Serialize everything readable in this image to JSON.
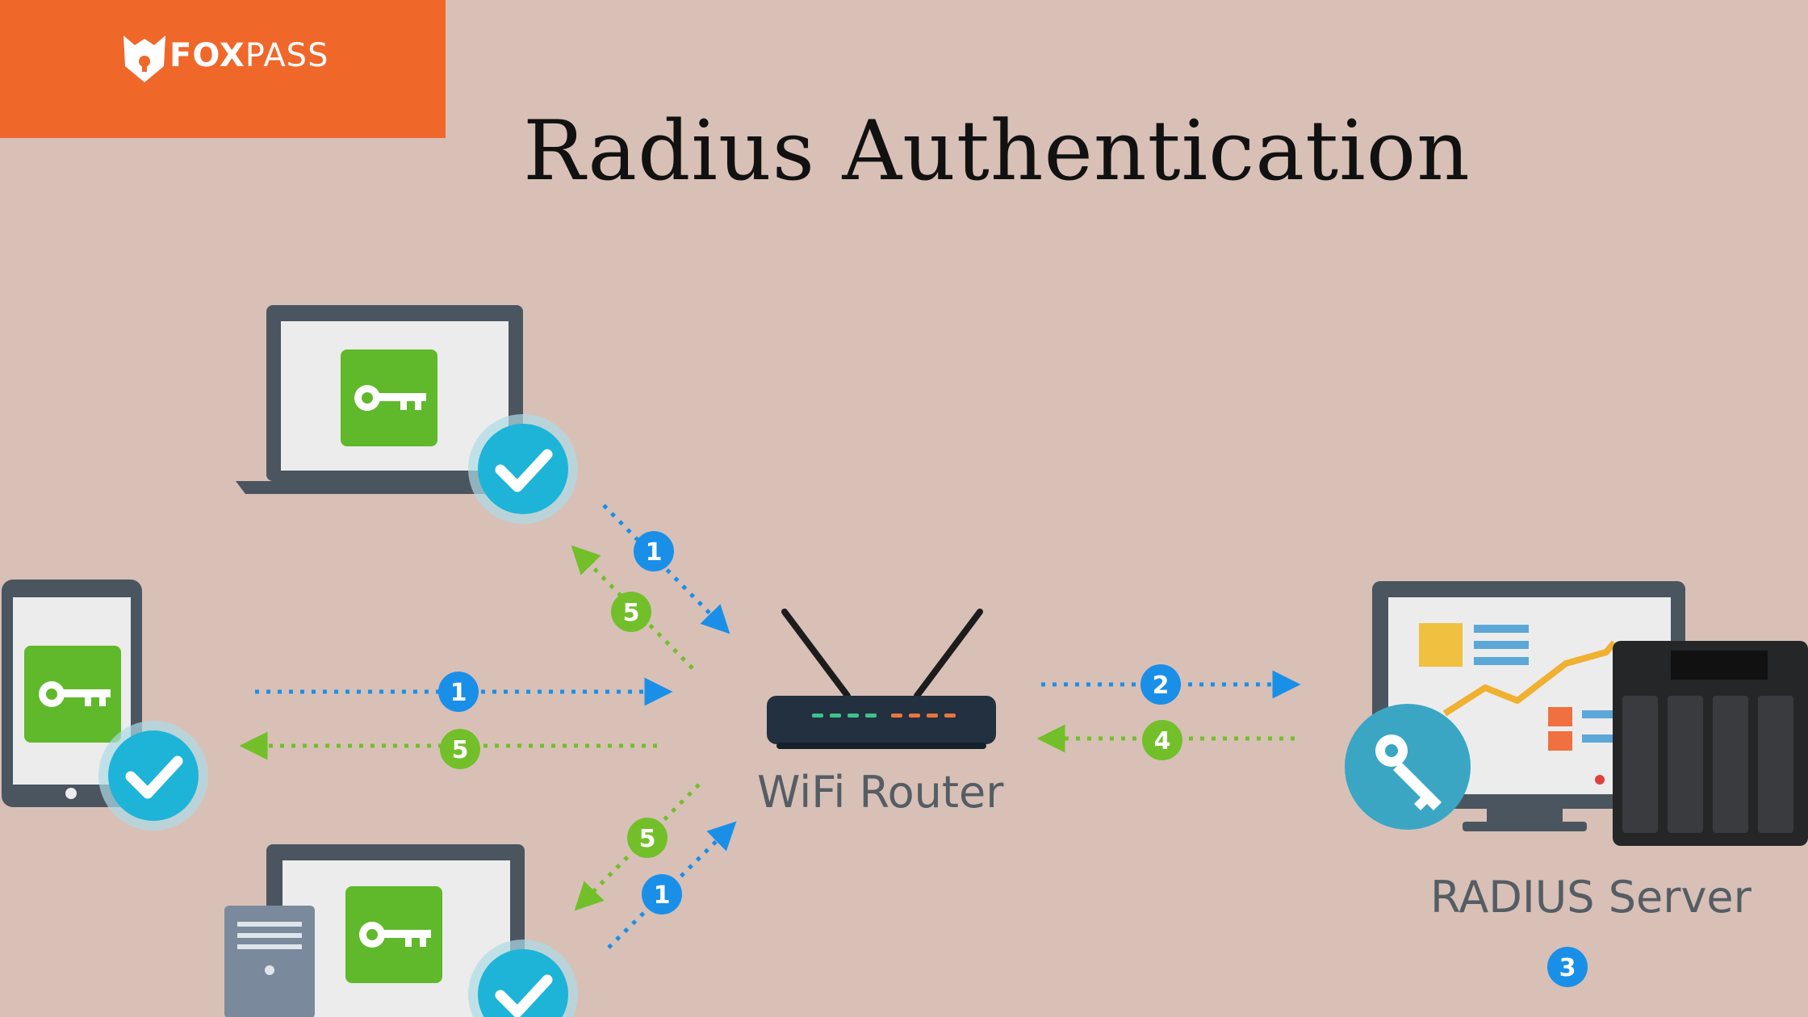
{
  "logo": {
    "brand_bold": "FOX",
    "brand_thin": "PASS"
  },
  "title": "Radius Authentication",
  "router": {
    "label": "WiFi Router"
  },
  "server": {
    "label": "RADIUS Server",
    "step_badge": "3"
  },
  "steps": {
    "top_request": "1",
    "top_response": "5",
    "mid_request": "1",
    "mid_response": "5",
    "bot_request": "1",
    "bot_response": "5",
    "router_to_server": "2",
    "server_to_router": "4"
  },
  "icons": {
    "logo": "fox-shield-icon",
    "check": "check-icon",
    "key": "key-icon",
    "router": "router-icon",
    "server": "server-icon"
  },
  "colors": {
    "background": "#d8c0b7",
    "brand_orange": "#f0672a",
    "request_blue": "#1a8fe8",
    "response_green": "#72bf2a",
    "check_teal": "#1db4d8",
    "device_frame": "#4b5560"
  }
}
